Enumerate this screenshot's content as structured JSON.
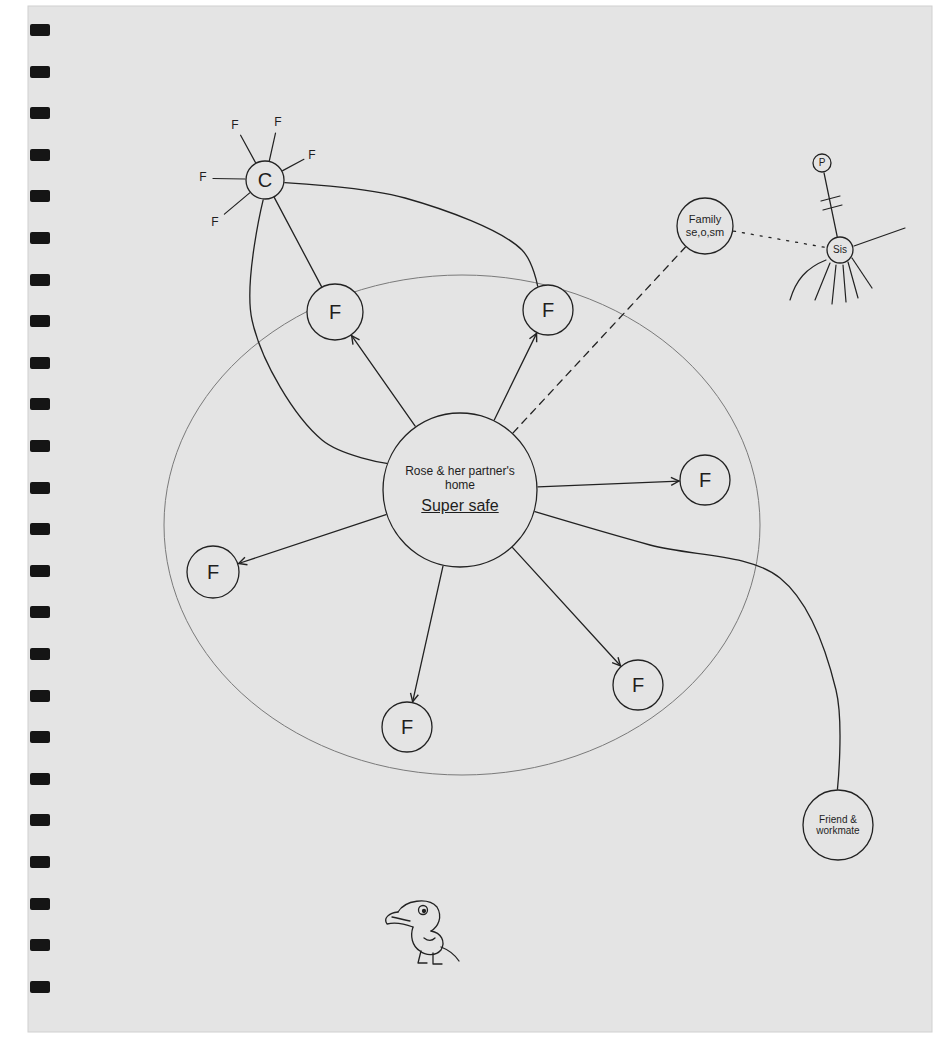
{
  "diagram": {
    "nodes": [
      {
        "text": [
          "C"
        ]
      },
      {
        "text": [
          "P"
        ]
      },
      {
        "text": [
          "Family se,o,sm"
        ]
      },
      {
        "text": [
          "Sis"
        ]
      },
      {
        "text": [
          "F"
        ]
      },
      {
        "text": [
          "F"
        ]
      },
      {
        "text": [
          "Rose & her partner's home",
          "Super safe"
        ]
      },
      {
        "text": [
          "F"
        ]
      },
      {
        "text": [
          "F"
        ]
      },
      {
        "text": [
          "F"
        ]
      },
      {
        "text": [
          "F"
        ]
      },
      {
        "text": [
          "Friend & workmate"
        ]
      }
    ],
    "edges": [
      {
        "from": 6,
        "to": 4,
        "arrow": "to"
      },
      {
        "from": 6,
        "to": 5,
        "arrow": "to"
      },
      {
        "from": 6,
        "to": 7,
        "arrow": "to"
      },
      {
        "from": 6,
        "to": 8,
        "arrow": "to"
      },
      {
        "from": 6,
        "to": 9,
        "arrow": "to"
      },
      {
        "from": 6,
        "to": 10,
        "arrow": "to"
      },
      {
        "from": 6,
        "to": 11,
        "arrow": "none"
      },
      {
        "from": 6,
        "to": 2,
        "arrow": "none"
      },
      {
        "from": 2,
        "to": 3,
        "arrow": "none"
      },
      {
        "from": 3,
        "to": 1,
        "arrow": "none"
      },
      {
        "from": 0,
        "to": 4,
        "arrow": "none"
      },
      {
        "from": 0,
        "to": 5,
        "arrow": "none"
      },
      {
        "from": 0,
        "to": 6,
        "arrow": "none"
      }
    ],
    "labels": [
      "F",
      "F",
      "F",
      "F",
      "F"
    ]
  }
}
